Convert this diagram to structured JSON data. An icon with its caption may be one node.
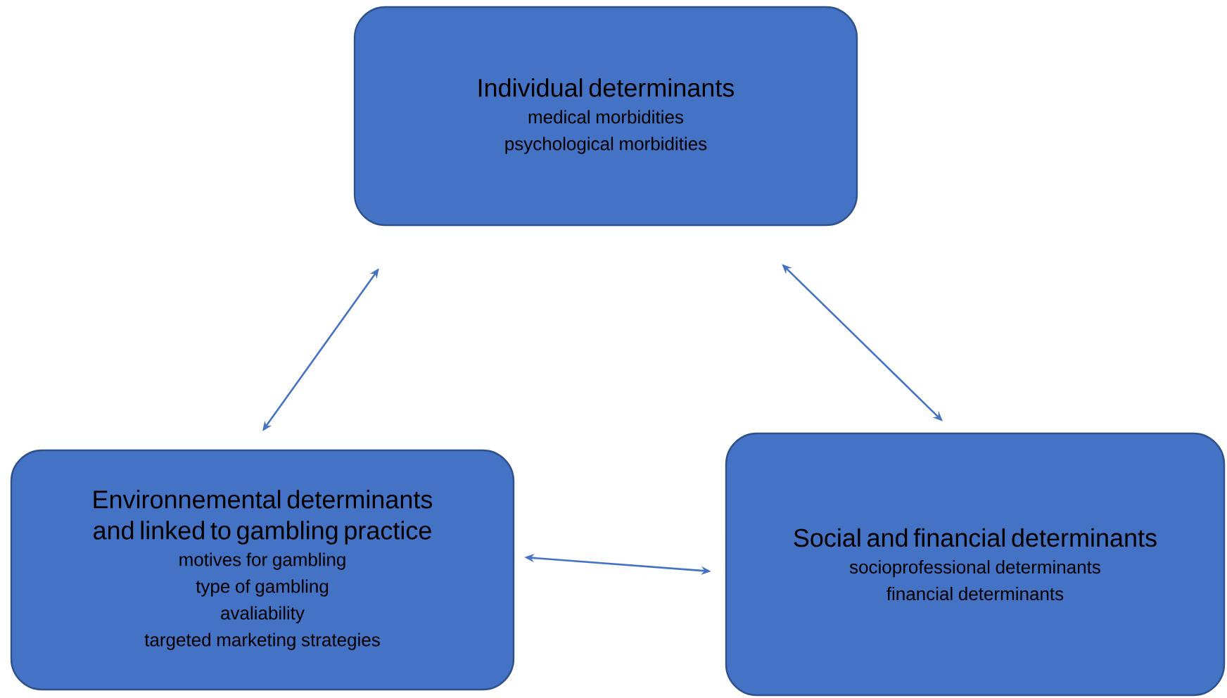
{
  "diagram": {
    "nodes": [
      {
        "text": [
          "Individual determinants",
          "medical morbidities",
          "psychological morbidities"
        ]
      },
      {
        "text": [
          "Environnemental determinants and linked to gambling practice",
          "motives for gambling",
          "type of gambling",
          "avaliability",
          "targeted marketing strategies"
        ]
      },
      {
        "text": [
          "Social and financial determinants",
          "socioprofessional determinants",
          "financial determinants"
        ]
      }
    ],
    "edges": [
      {
        "from": 0,
        "to": 1,
        "arrow": "both"
      },
      {
        "from": 0,
        "to": 2,
        "arrow": "both"
      },
      {
        "from": 1,
        "to": 2,
        "arrow": "both"
      }
    ]
  }
}
